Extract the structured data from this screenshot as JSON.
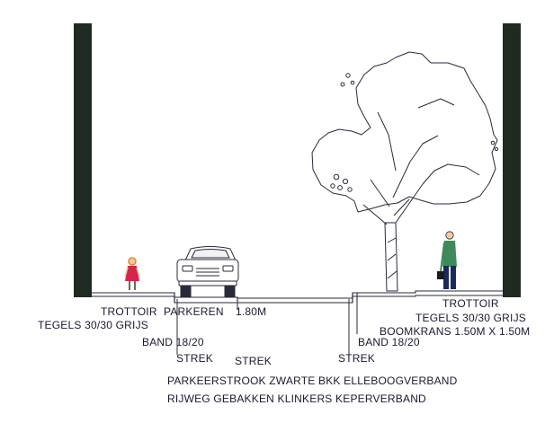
{
  "colors": {
    "ink": "#1a1a2e",
    "wall": "#1f2a22",
    "girl_dress": "#d8244c",
    "girl_hair": "#e08a2a",
    "man_shirt": "#3e8a5a",
    "man_pants": "#1b2a5c"
  },
  "labels": {
    "trottoir_left": "TROTTOIR",
    "parkeren": "PARKEREN",
    "parkeren_width": "1.80M",
    "tegels_left": "TEGELS 30/30 GRIJS",
    "band_left": "BAND 18/20",
    "strek_1": "STREK",
    "strek_2": "STREK",
    "strek_3": "STREK",
    "band_right": "BAND 18/20",
    "trottoir_right": "TROTTOIR",
    "tegels_right": "TEGELS 30/30 GRIJS",
    "boomkrans": "BOOMKRANS 1.50M X 1.50M",
    "parkeerstrook": "PARKEERSTROOK ZWARTE BKK ELLEBOOGVERBAND",
    "rijweg": "RIJWEG GEBAKKEN KLINKERS KEPERVERBAND"
  },
  "icons": {
    "left_wall": "building-wall",
    "right_wall": "building-wall",
    "car": "car-icon",
    "tree": "tree-icon",
    "girl": "child-figure",
    "man": "man-figure"
  }
}
